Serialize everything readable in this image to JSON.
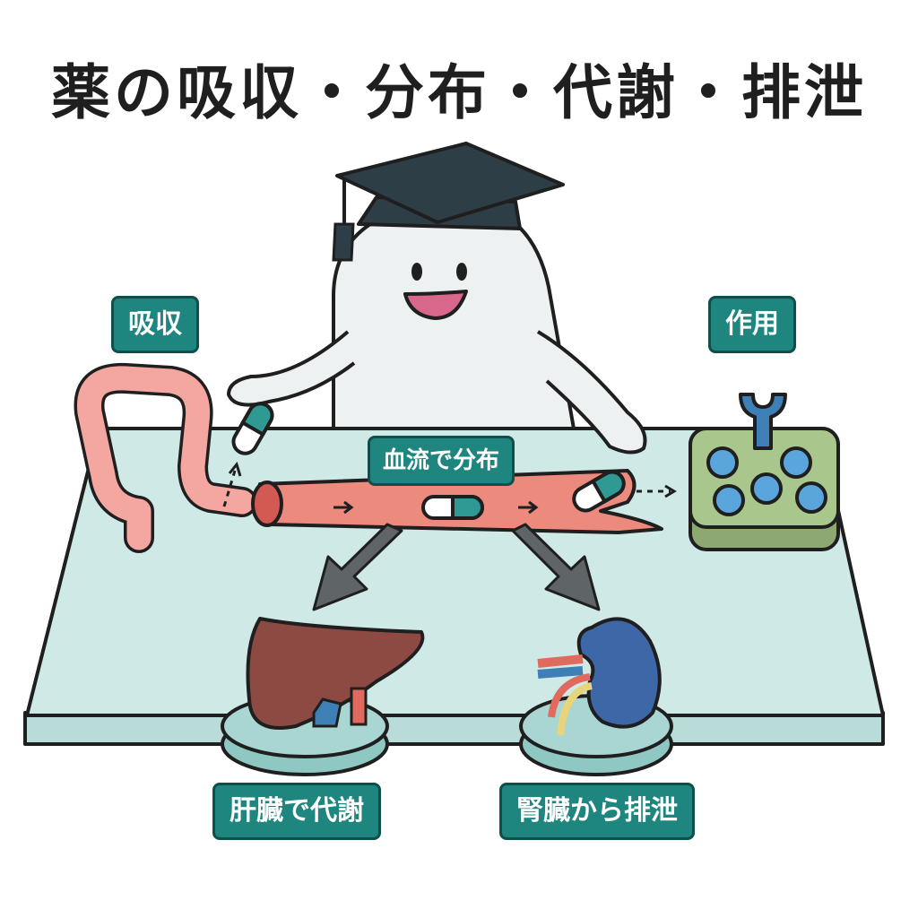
{
  "title": "薬の吸収・分布・代謝・排泄",
  "labels": {
    "absorption": "吸収",
    "action": "作用",
    "distribution": "血流で分布",
    "metabolism": "肝臓で代謝",
    "excretion": "腎臓から排泄"
  },
  "colors": {
    "label_bg": "#1e857f",
    "table": "#cfe9e7",
    "intestine": "#f4a6a0",
    "vessel": "#ec8a7e",
    "liver": "#8c4a43",
    "kidney": "#3e67a8",
    "receptor": "#a9c68c",
    "capsule_teal": "#2e9a93"
  },
  "icons": [
    "graduation-cap-icon",
    "capsule-icon",
    "arrow-icon"
  ]
}
